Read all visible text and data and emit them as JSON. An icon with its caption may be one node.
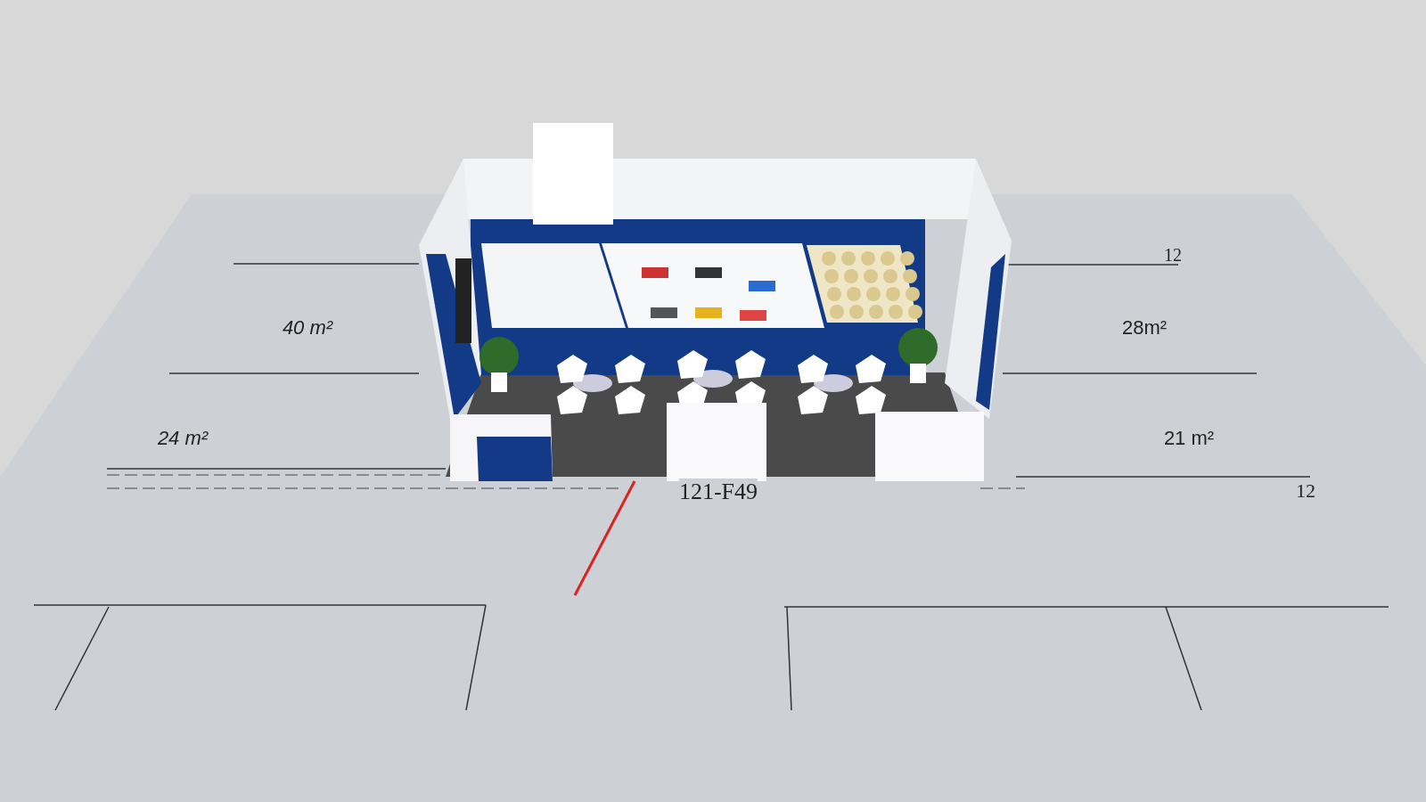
{
  "diagram": {
    "labels": [
      "12",
      "40 m²",
      "28m²",
      "24 m²",
      "21 m²",
      "121-F49",
      "12"
    ]
  }
}
